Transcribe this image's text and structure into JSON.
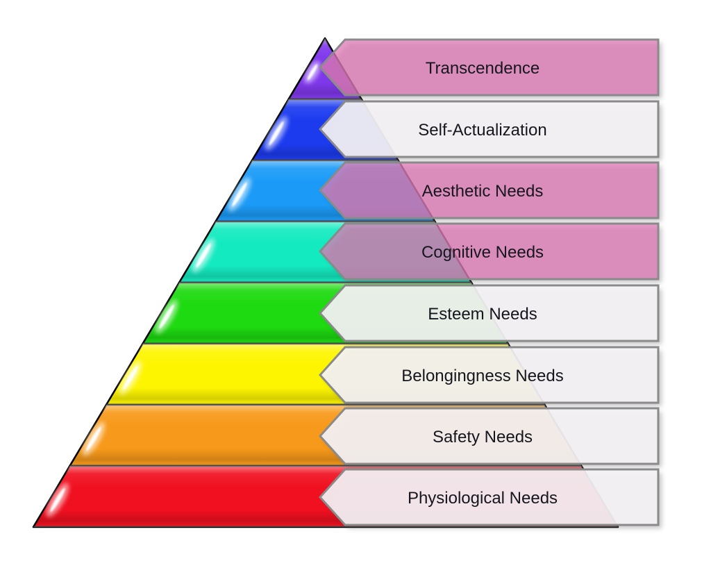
{
  "diagram": {
    "type": "pyramid-hierarchy",
    "order": "top-to-bottom",
    "levels": [
      {
        "label": "Transcendence",
        "pyramid_color": "#8038EC",
        "banner_color": "rgba(224,122,182,0.75)",
        "banner_hex_over_white": "#E89BC8",
        "highlighted": true
      },
      {
        "label": "Self-Actualization",
        "pyramid_color": "#1C3BEF",
        "banner_color": "rgba(244,242,245,0.93)",
        "banner_hex_over_white": "#F5F4F6",
        "highlighted": false
      },
      {
        "label": "Aesthetic Needs",
        "pyramid_color": "#1B9BF7",
        "banner_color": "rgba(224,122,182,0.75)",
        "banner_hex_over_white": "#E89BC8",
        "highlighted": true
      },
      {
        "label": "Cognitive Needs",
        "pyramid_color": "#14EAC0",
        "banner_color": "rgba(224,122,182,0.75)",
        "banner_hex_over_white": "#E89BC8",
        "highlighted": true
      },
      {
        "label": "Esteem Needs",
        "pyramid_color": "#1EDA10",
        "banner_color": "rgba(244,242,245,0.93)",
        "banner_hex_over_white": "#F5F4F6",
        "highlighted": false
      },
      {
        "label": "Belongingness Needs",
        "pyramid_color": "#FDF500",
        "banner_color": "rgba(244,242,245,0.93)",
        "banner_hex_over_white": "#F5F4F6",
        "highlighted": false
      },
      {
        "label": "Safety Needs",
        "pyramid_color": "#F7991A",
        "banner_color": "rgba(244,242,245,0.93)",
        "banner_hex_over_white": "#F5F4F6",
        "highlighted": false
      },
      {
        "label": "Physiological Needs",
        "pyramid_color": "#F01020",
        "banner_color": "rgba(244,242,245,0.93)",
        "banner_hex_over_white": "#F5F4F6",
        "highlighted": false
      }
    ],
    "styles": {
      "background_color": "#FFFFFF",
      "pyramid_outline_color": "#000000",
      "banner_border_color": "#8A8A8A",
      "text_color": "#16161E"
    }
  }
}
